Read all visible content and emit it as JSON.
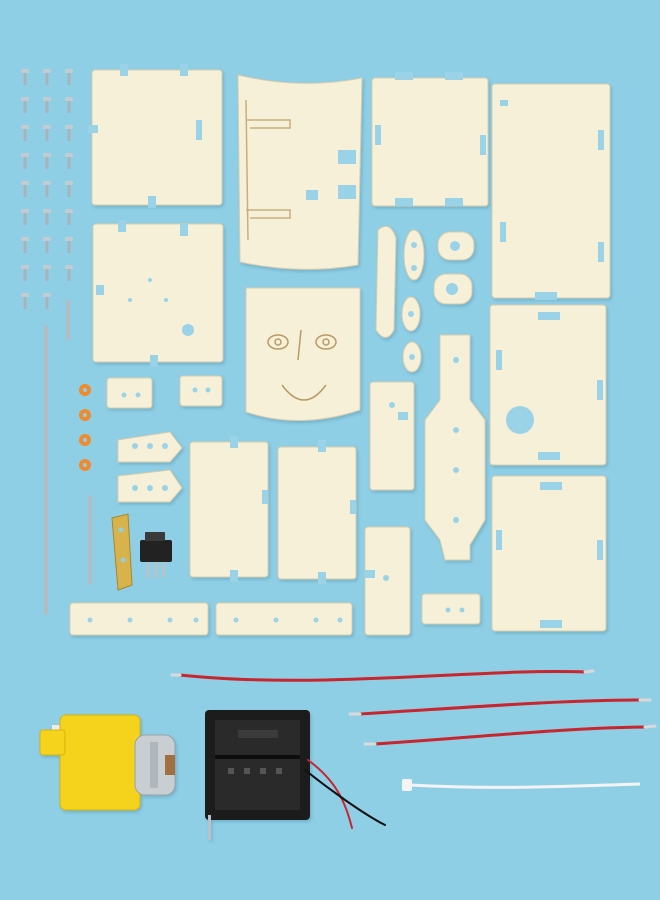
{
  "scene": {
    "description_visible_text": "",
    "colors": {
      "background": "#8fcfe6",
      "wood": "#f6f0d8",
      "wood_edge": "#d9ccaa",
      "slot": "#9ad3e8",
      "screw": "#b9c2c8",
      "washer": "#f08a2a",
      "brass": "#d8b24a",
      "motor_yellow": "#f5d21e",
      "motor_body": "#c9ced3",
      "battery_box": "#1c1c1c",
      "wire_red": "#c8262e",
      "wire_white": "#f4f4f4",
      "switch_black": "#222222"
    },
    "objects": [
      "wooden-panels",
      "screws",
      "orange-washers",
      "brass-bracket",
      "micro-switch",
      "gear-motor",
      "battery-holder",
      "red-wires",
      "white-cable-tie",
      "metal-rod"
    ]
  }
}
